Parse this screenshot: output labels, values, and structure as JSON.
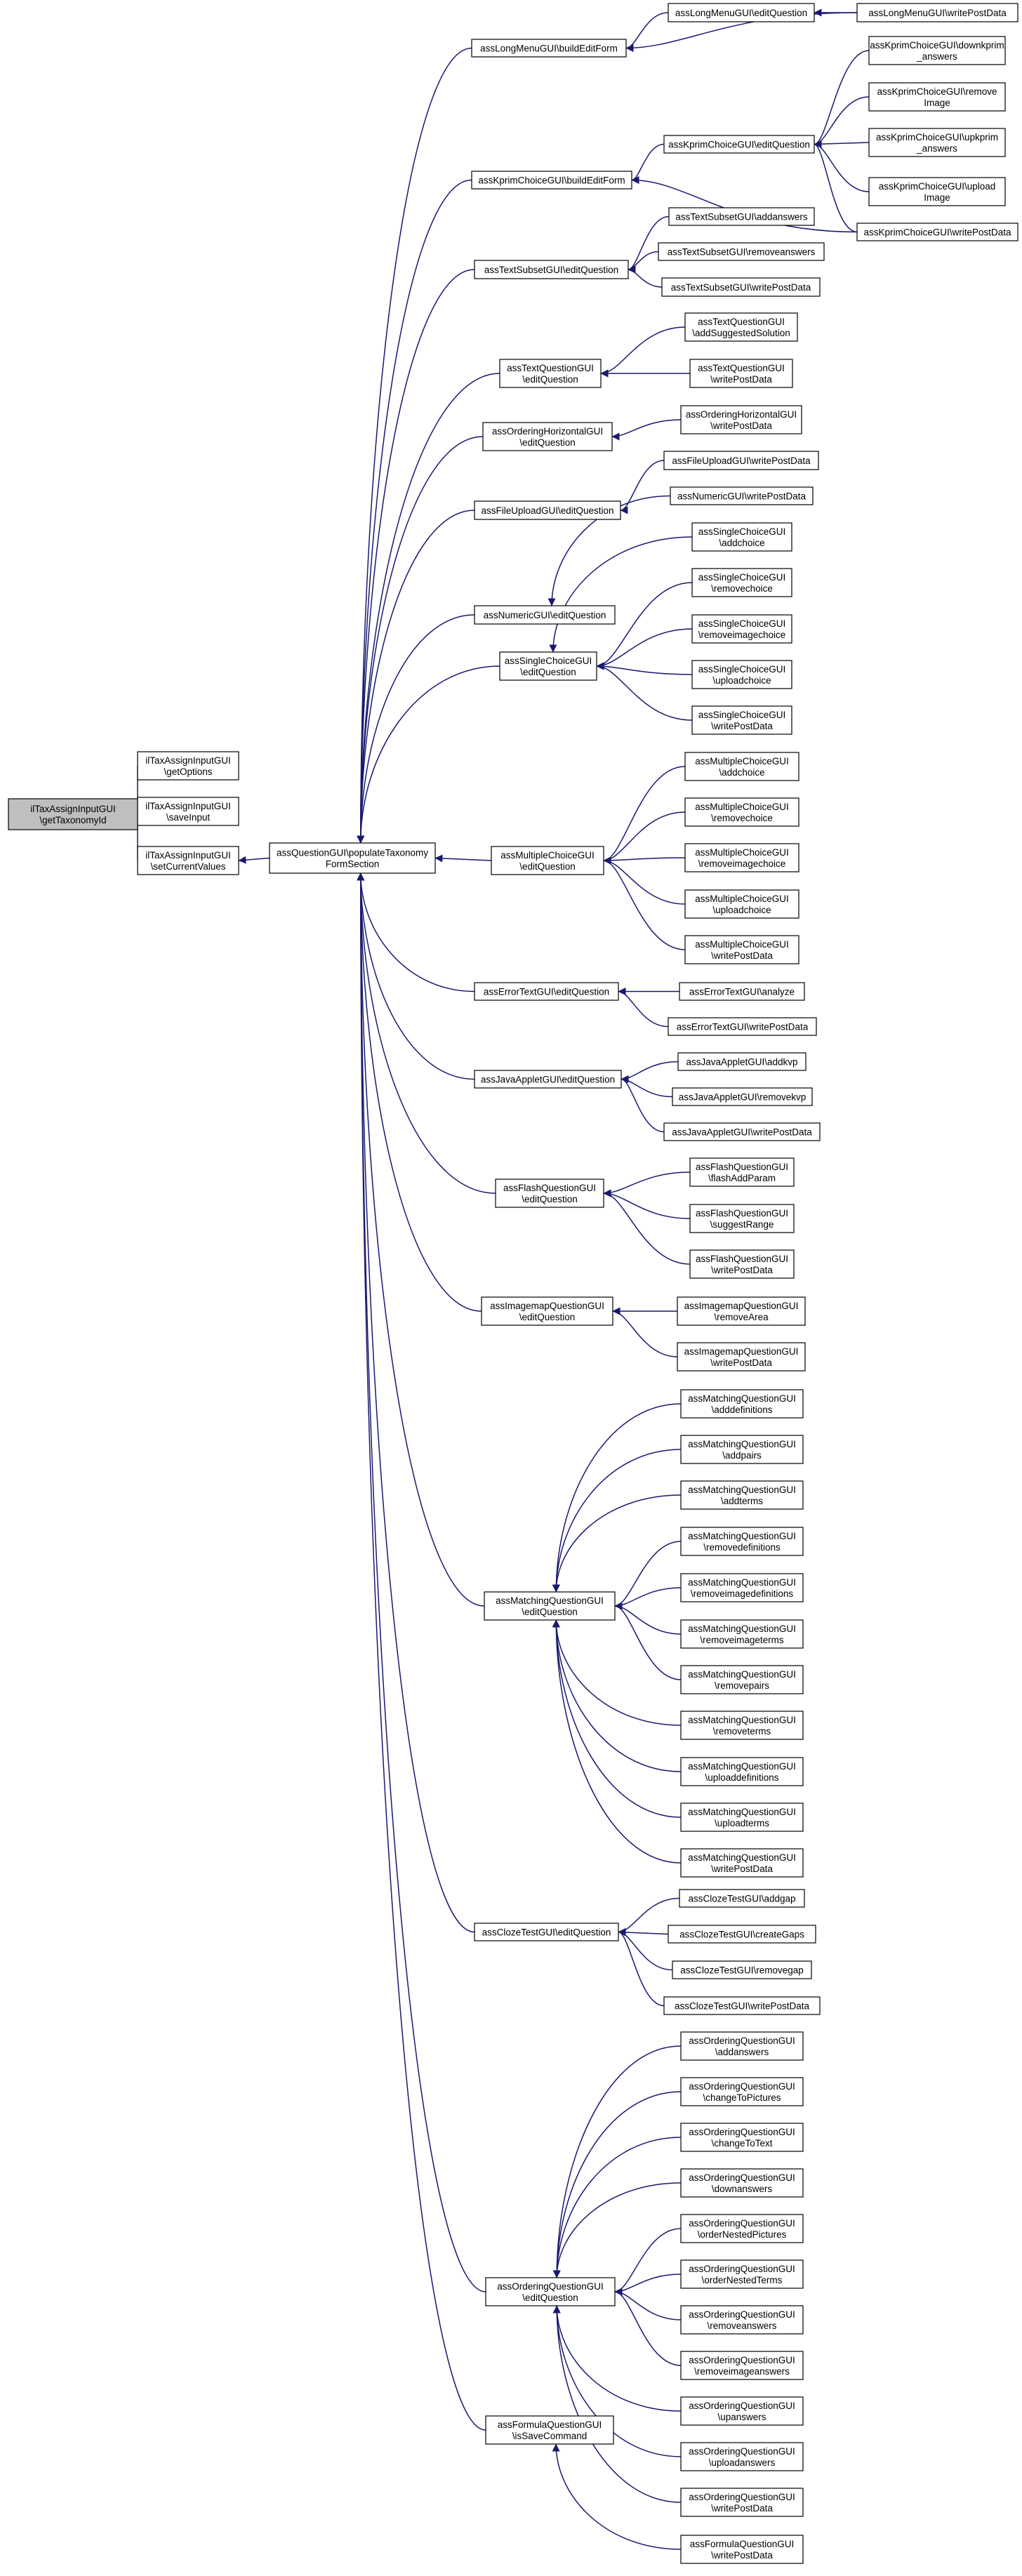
{
  "colors": {
    "edge": "#191970",
    "root_fill": "#bfbfbf",
    "node_fill": "#ffffff",
    "node_stroke": "#000000"
  },
  "nodes": [
    {
      "id": "root",
      "root": true,
      "lines": [
        "ilTaxAssignInputGUI",
        "\\getTaxonomyId"
      ]
    },
    {
      "id": "getopt",
      "lines": [
        "ilTaxAssignInputGUI",
        "\\getOptions"
      ]
    },
    {
      "id": "saveinput",
      "lines": [
        "ilTaxAssignInputGUI",
        "\\saveInput"
      ]
    },
    {
      "id": "setcur",
      "lines": [
        "ilTaxAssignInputGUI",
        "\\setCurrentValues"
      ]
    },
    {
      "id": "populate",
      "lines": [
        "assQuestionGUI\\populateTaxonomy",
        "FormSection"
      ]
    },
    {
      "id": "lm_build",
      "lines": [
        "assLongMenuGUI\\buildEditForm"
      ]
    },
    {
      "id": "kp_build",
      "lines": [
        "assKprimChoiceGUI\\buildEditForm"
      ]
    },
    {
      "id": "ts_edit",
      "lines": [
        "assTextSubsetGUI\\editQuestion"
      ]
    },
    {
      "id": "tq_edit",
      "lines": [
        "assTextQuestionGUI",
        "\\editQuestion"
      ]
    },
    {
      "id": "oh_edit",
      "lines": [
        "assOrderingHorizontalGUI",
        "\\editQuestion"
      ]
    },
    {
      "id": "fu_edit",
      "lines": [
        "assFileUploadGUI\\editQuestion"
      ]
    },
    {
      "id": "num_edit",
      "lines": [
        "assNumericGUI\\editQuestion"
      ]
    },
    {
      "id": "sc_edit",
      "lines": [
        "assSingleChoiceGUI",
        "\\editQuestion"
      ]
    },
    {
      "id": "mc_edit",
      "lines": [
        "assMultipleChoiceGUI",
        "\\editQuestion"
      ]
    },
    {
      "id": "et_edit",
      "lines": [
        "assErrorTextGUI\\editQuestion"
      ]
    },
    {
      "id": "ja_edit",
      "lines": [
        "assJavaAppletGUI\\editQuestion"
      ]
    },
    {
      "id": "fl_edit",
      "lines": [
        "assFlashQuestionGUI",
        "\\editQuestion"
      ]
    },
    {
      "id": "im_edit",
      "lines": [
        "assImagemapQuestionGUI",
        "\\editQuestion"
      ]
    },
    {
      "id": "ma_edit",
      "lines": [
        "assMatchingQuestionGUI",
        "\\editQuestion"
      ]
    },
    {
      "id": "cl_edit",
      "lines": [
        "assClozeTestGUI\\editQuestion"
      ]
    },
    {
      "id": "oq_edit",
      "lines": [
        "assOrderingQuestionGUI",
        "\\editQuestion"
      ]
    },
    {
      "id": "fq_save",
      "lines": [
        "assFormulaQuestionGUI",
        "\\isSaveCommand"
      ]
    },
    {
      "id": "lm_edit",
      "lines": [
        "assLongMenuGUI\\editQuestion"
      ]
    },
    {
      "id": "lm_wpd",
      "lines": [
        "assLongMenuGUI\\writePostData"
      ]
    },
    {
      "id": "kp_edit",
      "lines": [
        "assKprimChoiceGUI\\editQuestion"
      ]
    },
    {
      "id": "kp_down",
      "lines": [
        "assKprimChoiceGUI\\downkprim",
        "_answers"
      ]
    },
    {
      "id": "kp_remove",
      "lines": [
        "assKprimChoiceGUI\\remove",
        "Image"
      ]
    },
    {
      "id": "kp_up",
      "lines": [
        "assKprimChoiceGUI\\upkprim",
        "_answers"
      ]
    },
    {
      "id": "kp_upload",
      "lines": [
        "assKprimChoiceGUI\\upload",
        "Image"
      ]
    },
    {
      "id": "kp_wpd",
      "lines": [
        "assKprimChoiceGUI\\writePostData"
      ]
    },
    {
      "id": "ts_add",
      "lines": [
        "assTextSubsetGUI\\addanswers"
      ]
    },
    {
      "id": "ts_rem",
      "lines": [
        "assTextSubsetGUI\\removeanswers"
      ]
    },
    {
      "id": "ts_wpd",
      "lines": [
        "assTextSubsetGUI\\writePostData"
      ]
    },
    {
      "id": "tq_add",
      "lines": [
        "assTextQuestionGUI",
        "\\addSuggestedSolution"
      ]
    },
    {
      "id": "tq_wpd",
      "lines": [
        "assTextQuestionGUI",
        "\\writePostData"
      ]
    },
    {
      "id": "oh_wpd",
      "lines": [
        "assOrderingHorizontalGUI",
        "\\writePostData"
      ]
    },
    {
      "id": "fu_wpd",
      "lines": [
        "assFileUploadGUI\\writePostData"
      ]
    },
    {
      "id": "num_wpd",
      "lines": [
        "assNumericGUI\\writePostData"
      ]
    },
    {
      "id": "sc_add",
      "lines": [
        "assSingleChoiceGUI",
        "\\addchoice"
      ]
    },
    {
      "id": "sc_rem",
      "lines": [
        "assSingleChoiceGUI",
        "\\removechoice"
      ]
    },
    {
      "id": "sc_remimg",
      "lines": [
        "assSingleChoiceGUI",
        "\\removeimagechoice"
      ]
    },
    {
      "id": "sc_upl",
      "lines": [
        "assSingleChoiceGUI",
        "\\uploadchoice"
      ]
    },
    {
      "id": "sc_wpd",
      "lines": [
        "assSingleChoiceGUI",
        "\\writePostData"
      ]
    },
    {
      "id": "mc_add",
      "lines": [
        "assMultipleChoiceGUI",
        "\\addchoice"
      ]
    },
    {
      "id": "mc_rem",
      "lines": [
        "assMultipleChoiceGUI",
        "\\removechoice"
      ]
    },
    {
      "id": "mc_remimg",
      "lines": [
        "assMultipleChoiceGUI",
        "\\removeimagechoice"
      ]
    },
    {
      "id": "mc_upl",
      "lines": [
        "assMultipleChoiceGUI",
        "\\uploadchoice"
      ]
    },
    {
      "id": "mc_wpd",
      "lines": [
        "assMultipleChoiceGUI",
        "\\writePostData"
      ]
    },
    {
      "id": "et_an",
      "lines": [
        "assErrorTextGUI\\analyze"
      ]
    },
    {
      "id": "et_wpd",
      "lines": [
        "assErrorTextGUI\\writePostData"
      ]
    },
    {
      "id": "ja_add",
      "lines": [
        "assJavaAppletGUI\\addkvp"
      ]
    },
    {
      "id": "ja_rem",
      "lines": [
        "assJavaAppletGUI\\removekvp"
      ]
    },
    {
      "id": "ja_wpd",
      "lines": [
        "assJavaAppletGUI\\writePostData"
      ]
    },
    {
      "id": "fl_add",
      "lines": [
        "assFlashQuestionGUI",
        "\\flashAddParam"
      ]
    },
    {
      "id": "fl_sug",
      "lines": [
        "assFlashQuestionGUI",
        "\\suggestRange"
      ]
    },
    {
      "id": "fl_wpd",
      "lines": [
        "assFlashQuestionGUI",
        "\\writePostData"
      ]
    },
    {
      "id": "im_rem",
      "lines": [
        "assImagemapQuestionGUI",
        "\\removeArea"
      ]
    },
    {
      "id": "im_wpd",
      "lines": [
        "assImagemapQuestionGUI",
        "\\writePostData"
      ]
    },
    {
      "id": "ma_1",
      "lines": [
        "assMatchingQuestionGUI",
        "\\adddefinitions"
      ]
    },
    {
      "id": "ma_2",
      "lines": [
        "assMatchingQuestionGUI",
        "\\addpairs"
      ]
    },
    {
      "id": "ma_3",
      "lines": [
        "assMatchingQuestionGUI",
        "\\addterms"
      ]
    },
    {
      "id": "ma_4",
      "lines": [
        "assMatchingQuestionGUI",
        "\\removedefinitions"
      ]
    },
    {
      "id": "ma_5",
      "lines": [
        "assMatchingQuestionGUI",
        "\\removeimagedefinitions"
      ]
    },
    {
      "id": "ma_6",
      "lines": [
        "assMatchingQuestionGUI",
        "\\removeimageterms"
      ]
    },
    {
      "id": "ma_7",
      "lines": [
        "assMatchingQuestionGUI",
        "\\removepairs"
      ]
    },
    {
      "id": "ma_8",
      "lines": [
        "assMatchingQuestionGUI",
        "\\removeterms"
      ]
    },
    {
      "id": "ma_9",
      "lines": [
        "assMatchingQuestionGUI",
        "\\uploaddefinitions"
      ]
    },
    {
      "id": "ma_10",
      "lines": [
        "assMatchingQuestionGUI",
        "\\uploadterms"
      ]
    },
    {
      "id": "ma_11",
      "lines": [
        "assMatchingQuestionGUI",
        "\\writePostData"
      ]
    },
    {
      "id": "cl_add",
      "lines": [
        "assClozeTestGUI\\addgap"
      ]
    },
    {
      "id": "cl_create",
      "lines": [
        "assClozeTestGUI\\createGaps"
      ]
    },
    {
      "id": "cl_rem",
      "lines": [
        "assClozeTestGUI\\removegap"
      ]
    },
    {
      "id": "cl_wpd",
      "lines": [
        "assClozeTestGUI\\writePostData"
      ]
    },
    {
      "id": "oq_1",
      "lines": [
        "assOrderingQuestionGUI",
        "\\addanswers"
      ]
    },
    {
      "id": "oq_2",
      "lines": [
        "assOrderingQuestionGUI",
        "\\changeToPictures"
      ]
    },
    {
      "id": "oq_3",
      "lines": [
        "assOrderingQuestionGUI",
        "\\changeToText"
      ]
    },
    {
      "id": "oq_4",
      "lines": [
        "assOrderingQuestionGUI",
        "\\downanswers"
      ]
    },
    {
      "id": "oq_5",
      "lines": [
        "assOrderingQuestionGUI",
        "\\orderNestedPictures"
      ]
    },
    {
      "id": "oq_6",
      "lines": [
        "assOrderingQuestionGUI",
        "\\orderNestedTerms"
      ]
    },
    {
      "id": "oq_7",
      "lines": [
        "assOrderingQuestionGUI",
        "\\removeanswers"
      ]
    },
    {
      "id": "oq_8",
      "lines": [
        "assOrderingQuestionGUI",
        "\\removeimageanswers"
      ]
    },
    {
      "id": "oq_9",
      "lines": [
        "assOrderingQuestionGUI",
        "\\upanswers"
      ]
    },
    {
      "id": "oq_10",
      "lines": [
        "assOrderingQuestionGUI",
        "\\uploadanswers"
      ]
    },
    {
      "id": "oq_11",
      "lines": [
        "assOrderingQuestionGUI",
        "\\writePostData"
      ]
    },
    {
      "id": "fq_wpd",
      "lines": [
        "assFormulaQuestionGUI",
        "\\writePostData"
      ]
    }
  ],
  "edges": [
    [
      "getopt",
      "root"
    ],
    [
      "saveinput",
      "root"
    ],
    [
      "setcur",
      "root"
    ],
    [
      "populate",
      "setcur"
    ],
    [
      "lm_build",
      "populate"
    ],
    [
      "kp_build",
      "populate"
    ],
    [
      "ts_edit",
      "populate"
    ],
    [
      "tq_edit",
      "populate"
    ],
    [
      "oh_edit",
      "populate"
    ],
    [
      "fu_edit",
      "populate"
    ],
    [
      "num_edit",
      "populate"
    ],
    [
      "sc_edit",
      "populate"
    ],
    [
      "mc_edit",
      "populate"
    ],
    [
      "et_edit",
      "populate"
    ],
    [
      "ja_edit",
      "populate"
    ],
    [
      "fl_edit",
      "populate"
    ],
    [
      "im_edit",
      "populate"
    ],
    [
      "ma_edit",
      "populate"
    ],
    [
      "cl_edit",
      "populate"
    ],
    [
      "oq_edit",
      "populate"
    ],
    [
      "fq_save",
      "populate"
    ],
    [
      "lm_edit",
      "lm_build"
    ],
    [
      "lm_wpd",
      "lm_build"
    ],
    [
      "lm_wpd",
      "lm_edit"
    ],
    [
      "kp_edit",
      "kp_build"
    ],
    [
      "kp_wpd",
      "kp_build"
    ],
    [
      "kp_down",
      "kp_edit"
    ],
    [
      "kp_remove",
      "kp_edit"
    ],
    [
      "kp_up",
      "kp_edit"
    ],
    [
      "kp_upload",
      "kp_edit"
    ],
    [
      "kp_wpd",
      "kp_edit"
    ],
    [
      "ts_add",
      "ts_edit"
    ],
    [
      "ts_rem",
      "ts_edit"
    ],
    [
      "ts_wpd",
      "ts_edit"
    ],
    [
      "tq_add",
      "tq_edit"
    ],
    [
      "tq_wpd",
      "tq_edit"
    ],
    [
      "oh_wpd",
      "oh_edit"
    ],
    [
      "fu_wpd",
      "fu_edit"
    ],
    [
      "num_wpd",
      "num_edit"
    ],
    [
      "sc_add",
      "sc_edit"
    ],
    [
      "sc_rem",
      "sc_edit"
    ],
    [
      "sc_remimg",
      "sc_edit"
    ],
    [
      "sc_upl",
      "sc_edit"
    ],
    [
      "sc_wpd",
      "sc_edit"
    ],
    [
      "mc_add",
      "mc_edit"
    ],
    [
      "mc_rem",
      "mc_edit"
    ],
    [
      "mc_remimg",
      "mc_edit"
    ],
    [
      "mc_upl",
      "mc_edit"
    ],
    [
      "mc_wpd",
      "mc_edit"
    ],
    [
      "et_an",
      "et_edit"
    ],
    [
      "et_wpd",
      "et_edit"
    ],
    [
      "ja_add",
      "ja_edit"
    ],
    [
      "ja_rem",
      "ja_edit"
    ],
    [
      "ja_wpd",
      "ja_edit"
    ],
    [
      "fl_add",
      "fl_edit"
    ],
    [
      "fl_sug",
      "fl_edit"
    ],
    [
      "fl_wpd",
      "fl_edit"
    ],
    [
      "im_rem",
      "im_edit"
    ],
    [
      "im_wpd",
      "im_edit"
    ],
    [
      "ma_1",
      "ma_edit"
    ],
    [
      "ma_2",
      "ma_edit"
    ],
    [
      "ma_3",
      "ma_edit"
    ],
    [
      "ma_4",
      "ma_edit"
    ],
    [
      "ma_5",
      "ma_edit"
    ],
    [
      "ma_6",
      "ma_edit"
    ],
    [
      "ma_7",
      "ma_edit"
    ],
    [
      "ma_8",
      "ma_edit"
    ],
    [
      "ma_9",
      "ma_edit"
    ],
    [
      "ma_10",
      "ma_edit"
    ],
    [
      "ma_11",
      "ma_edit"
    ],
    [
      "cl_add",
      "cl_edit"
    ],
    [
      "cl_create",
      "cl_edit"
    ],
    [
      "cl_rem",
      "cl_edit"
    ],
    [
      "cl_wpd",
      "cl_edit"
    ],
    [
      "oq_1",
      "oq_edit"
    ],
    [
      "oq_2",
      "oq_edit"
    ],
    [
      "oq_3",
      "oq_edit"
    ],
    [
      "oq_4",
      "oq_edit"
    ],
    [
      "oq_5",
      "oq_edit"
    ],
    [
      "oq_6",
      "oq_edit"
    ],
    [
      "oq_7",
      "oq_edit"
    ],
    [
      "oq_8",
      "oq_edit"
    ],
    [
      "oq_9",
      "oq_edit"
    ],
    [
      "oq_10",
      "oq_edit"
    ],
    [
      "oq_11",
      "oq_edit"
    ],
    [
      "fq_wpd",
      "fq_save"
    ]
  ]
}
